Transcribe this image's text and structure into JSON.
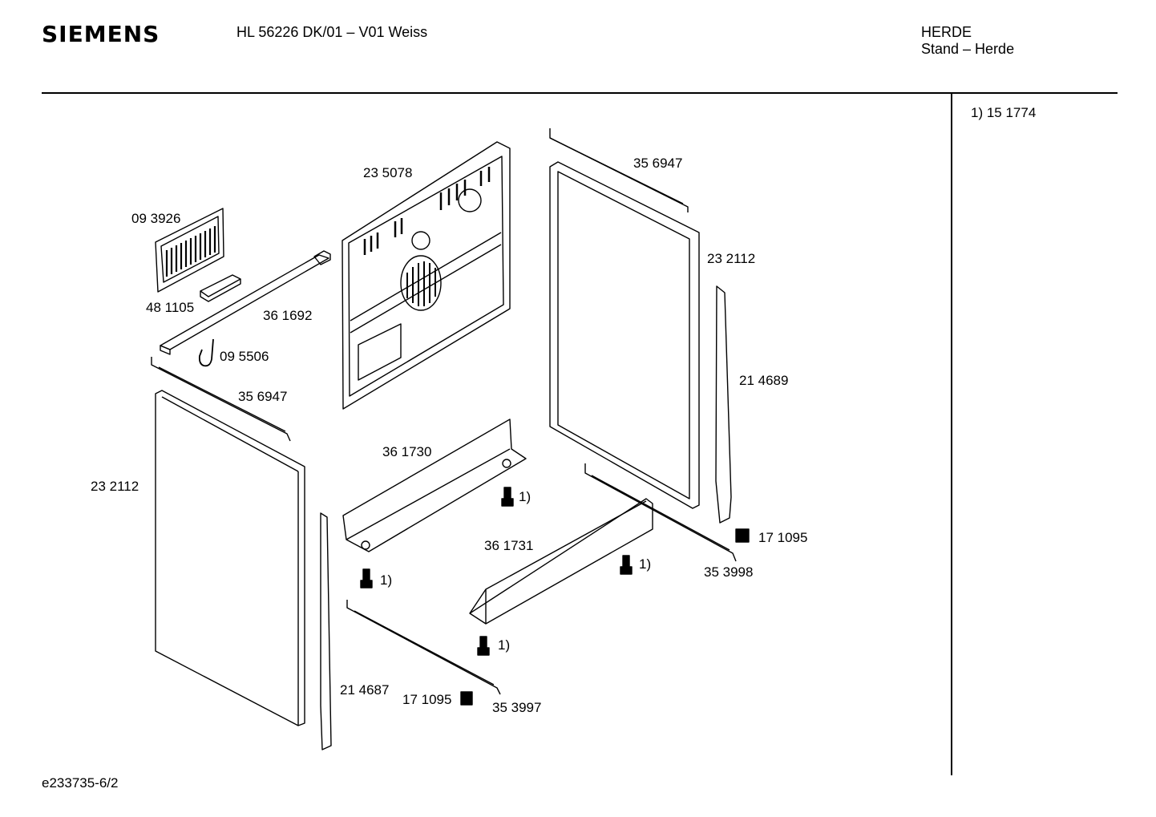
{
  "header": {
    "brand": "SIEMENS",
    "model": "HL 56226 DK/01 – V01 Weiss",
    "category": "HERDE",
    "subcategory": "Stand – Herde"
  },
  "note": "1)  15 1774",
  "footer": {
    "doc_id": "e233735-6/2"
  },
  "parts": {
    "p093926": "09 3926",
    "p481105": "48 1105",
    "p361692": "36 1692",
    "p095506": "09 5506",
    "p235078": "23 5078",
    "p356947_top": "35 6947",
    "p232112_right": "23 2112",
    "p214689": "21 4689",
    "p356947_left": "35 6947",
    "p232112_left": "23 2112",
    "p361730": "36 1730",
    "screw_a": "1)",
    "p361731": "36 1731",
    "screw_b": "1)",
    "p171095_right": "17 1095",
    "p353998": "35 3998",
    "screw_c": "1)",
    "screw_d": "1)",
    "p214687": "21 4687",
    "p171095_bottom": "17 1095",
    "p353997": "35 3997"
  }
}
